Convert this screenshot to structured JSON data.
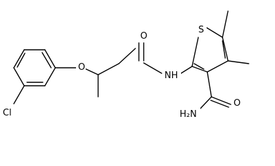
{
  "structure": {
    "atoms": [
      {
        "id": "cl",
        "label": "Cl",
        "name": "chlorine-atom"
      },
      {
        "id": "o_ether",
        "label": "O",
        "name": "ether-oxygen-atom"
      },
      {
        "id": "o_amide",
        "label": "O",
        "name": "amide-carbonyl-oxygen-atom"
      },
      {
        "id": "nh",
        "label": "NH",
        "name": "amide-nitrogen-atom"
      },
      {
        "id": "s",
        "label": "S",
        "name": "thiophene-sulfur-atom"
      },
      {
        "id": "o_carboxamide",
        "label": "O",
        "name": "carboxamide-oxygen-atom"
      },
      {
        "id": "h2n",
        "label": "H₂N",
        "name": "carboxamide-amine-group"
      }
    ]
  }
}
